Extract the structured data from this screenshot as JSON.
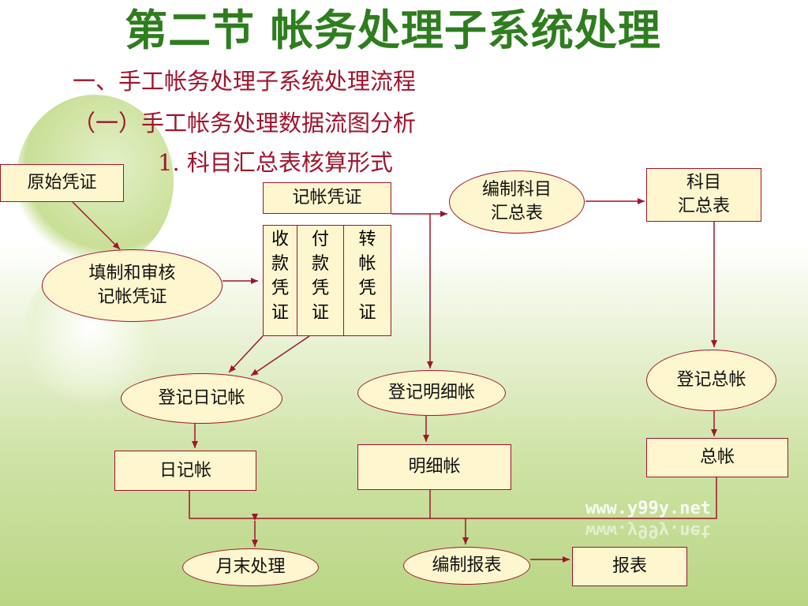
{
  "title": "第二节  帐务处理子系统处理",
  "heading1": "一、手工帐务处理子系统处理流程",
  "heading2": "（一）手工帐务处理数据流图分析",
  "heading3": "1. 科目汇总表核算形式",
  "nodes": {
    "original_voucher": "原始凭证",
    "fill_review": "填制和审核\n记帐凭证",
    "voucher": "记帐凭证",
    "receipt_voucher": "收\n款\n凭\n证",
    "payment_voucher": "付\n款\n凭\n证",
    "transfer_voucher": "转\n帐\n凭\n证",
    "compile_summary": "编制科目\n汇总表",
    "summary_table": "科目\n汇总表",
    "post_journal": "登记日记帐",
    "post_detail": "登记明细帐",
    "post_general": "登记总帐",
    "journal": "日记帐",
    "detail_ledger": "明细帐",
    "general_ledger": "总帐",
    "month_end": "月末处理",
    "compile_report": "编制报表",
    "report": "报表"
  },
  "watermark": "www.y99y.net"
}
